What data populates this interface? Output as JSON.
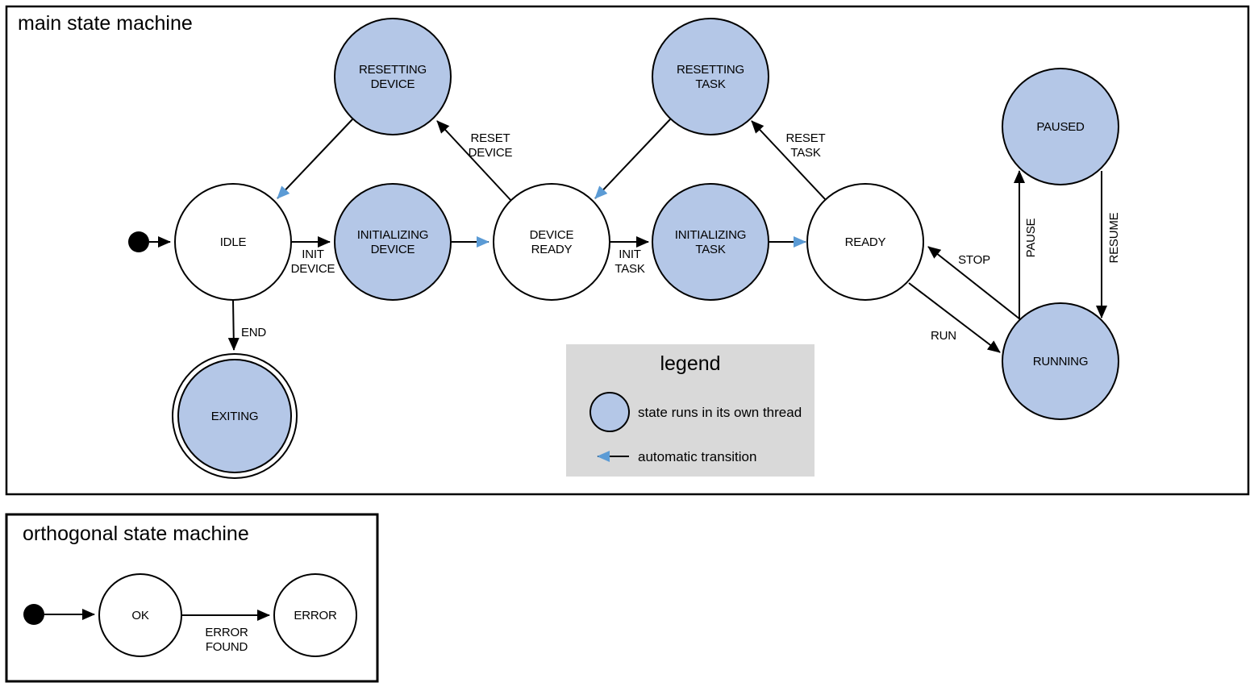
{
  "colors": {
    "thread_fill": "#b4c7e7",
    "auto_transition": "#5b9bd5",
    "legend_bg": "#d9d9d9",
    "line": "#000000"
  },
  "main": {
    "title": "main state machine",
    "states": [
      {
        "name": "resetting-device",
        "threaded": true,
        "lines": [
          "RESETTING",
          "DEVICE"
        ]
      },
      {
        "name": "resetting-task",
        "threaded": true,
        "lines": [
          "RESETTING",
          "TASK"
        ]
      },
      {
        "name": "paused",
        "threaded": true,
        "lines": [
          "PAUSED"
        ]
      },
      {
        "name": "idle",
        "threaded": false,
        "lines": [
          "IDLE"
        ]
      },
      {
        "name": "initializing-device",
        "threaded": true,
        "lines": [
          "INITIALIZING",
          "DEVICE"
        ]
      },
      {
        "name": "device-ready",
        "threaded": false,
        "lines": [
          "DEVICE",
          "READY"
        ]
      },
      {
        "name": "initializing-task",
        "threaded": true,
        "lines": [
          "INITIALIZING",
          "TASK"
        ]
      },
      {
        "name": "ready",
        "threaded": false,
        "lines": [
          "READY"
        ]
      },
      {
        "name": "running",
        "threaded": true,
        "lines": [
          "RUNNING"
        ]
      },
      {
        "name": "exiting",
        "threaded": true,
        "final": true,
        "lines": [
          "EXITING"
        ]
      }
    ],
    "transitions": {
      "init_device": [
        "INIT",
        "DEVICE"
      ],
      "reset_device": [
        "RESET",
        "DEVICE"
      ],
      "init_task": [
        "INIT",
        "TASK"
      ],
      "reset_task": [
        "RESET",
        "TASK"
      ],
      "stop": "STOP",
      "run": "RUN",
      "pause": "PAUSE",
      "resume": "RESUME",
      "end": "END"
    }
  },
  "legend": {
    "title": "legend",
    "thread_label": "state runs in its own thread",
    "auto_label": "automatic transition"
  },
  "orthogonal": {
    "title": "orthogonal state machine",
    "states": [
      {
        "name": "ok",
        "lines": [
          "OK"
        ]
      },
      {
        "name": "error",
        "lines": [
          "ERROR"
        ]
      }
    ],
    "transitions": {
      "error_found": [
        "ERROR",
        "FOUND"
      ]
    }
  }
}
